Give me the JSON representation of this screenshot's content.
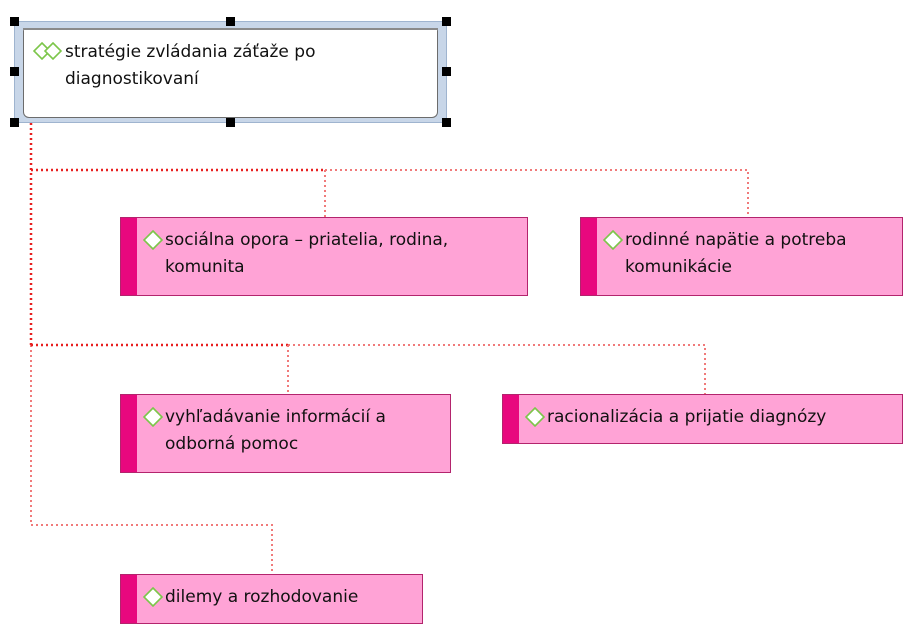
{
  "diagram": {
    "root": {
      "label": "stratégie zvládania záťaže po\ndiagnostikovaní"
    },
    "nodes": [
      {
        "label": "sociálna opora – priatelia, rodina,\nkomunita"
      },
      {
        "label": "rodinné napätie a potreba\nkomunikácie"
      },
      {
        "label": "vyhľadávanie informácií a\nodborná pomoc"
      },
      {
        "label": "racionalizácia a prijatie diagnózy"
      },
      {
        "label": "dilemy a rozhodovanie"
      }
    ]
  },
  "colors": {
    "node_fill": "#ffa3d6",
    "node_accent": "#e8087e",
    "connector_primary": "#e82020",
    "connector_secondary": "#f07a7a",
    "diamond_stroke": "#7cc64a"
  },
  "icons": {
    "root_icon": "double-diamond-icon",
    "node_icon": "diamond-icon"
  }
}
